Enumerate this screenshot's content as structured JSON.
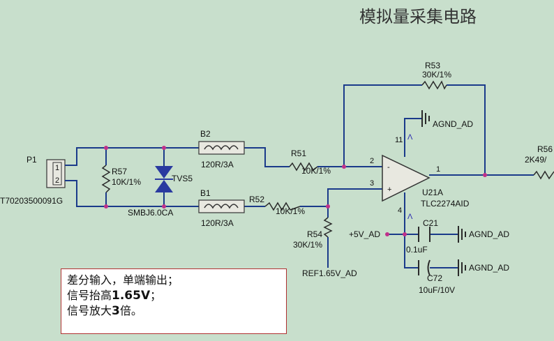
{
  "title": "模拟量采集电路",
  "components": {
    "p1": {
      "ref": "P1",
      "pin1": "1",
      "pin2": "2",
      "part": "T70203500091G"
    },
    "r57": {
      "ref": "R57",
      "value": "10K/1%"
    },
    "tvs5": {
      "ref": "TVS5",
      "part": "SMBJ6.0CA"
    },
    "b2": {
      "ref": "B2",
      "value": "120R/3A"
    },
    "b1": {
      "ref": "B1",
      "value": "120R/3A"
    },
    "r51": {
      "ref": "R51",
      "value": "10K/1%"
    },
    "r52": {
      "ref": "R52",
      "value": "10K/1%"
    },
    "r54": {
      "ref": "R54",
      "value": "30K/1%"
    },
    "r53": {
      "ref": "R53",
      "value": "30K/1%"
    },
    "r56": {
      "ref": "R56",
      "value": "2K49/"
    },
    "u21a": {
      "ref": "U21A",
      "part": "TLC2274AID",
      "pin_in_neg": "2",
      "pin_in_pos": "3",
      "pin_out": "1",
      "pin_vcc": "4",
      "pin_gnd": "11",
      "sign_minus": "-",
      "sign_plus": "+",
      "pin_mark_top": "Λ",
      "pin_mark_bottom": "Λ"
    },
    "c21": {
      "ref": "C21",
      "value": "0.1uF"
    },
    "c72": {
      "ref": "C72",
      "value": "10uF/10V"
    }
  },
  "nets": {
    "agnd_top": "AGND_AD",
    "agnd_c21": "AGND_AD",
    "agnd_c72": "AGND_AD",
    "vcc": "+5V_AD",
    "ref": "REF1.65V_AD"
  },
  "note": {
    "line1": "差分输入，单端输出；",
    "line2_pre": "信号抬高",
    "line2_bold": "1.65V",
    "line2_post": "；",
    "line3_pre": "信号放大",
    "line3_bold": "3",
    "line3_post": "倍。"
  },
  "colors": {
    "background": "#c8dfcc",
    "wire": "#1a3a8a",
    "component": "#2a2a2a",
    "junction": "#c0308a",
    "note_border": "#b03030"
  }
}
